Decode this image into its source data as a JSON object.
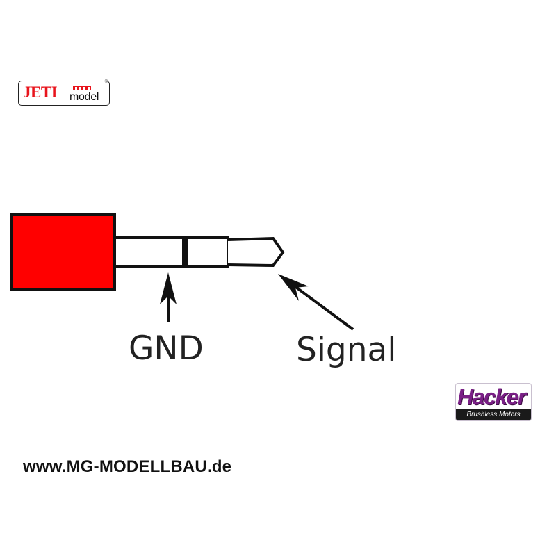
{
  "logos": {
    "jeti": {
      "word": "JETI",
      "sub": "model",
      "mark": "®"
    },
    "hacker": {
      "word": "Hacker",
      "sub": "Brushless Motors"
    }
  },
  "diagram": {
    "plug_color": "#ff0000",
    "labels": {
      "gnd": "GND",
      "signal": "Signal"
    }
  },
  "footer": {
    "url": "www.MG-MODELLBAU.de"
  }
}
